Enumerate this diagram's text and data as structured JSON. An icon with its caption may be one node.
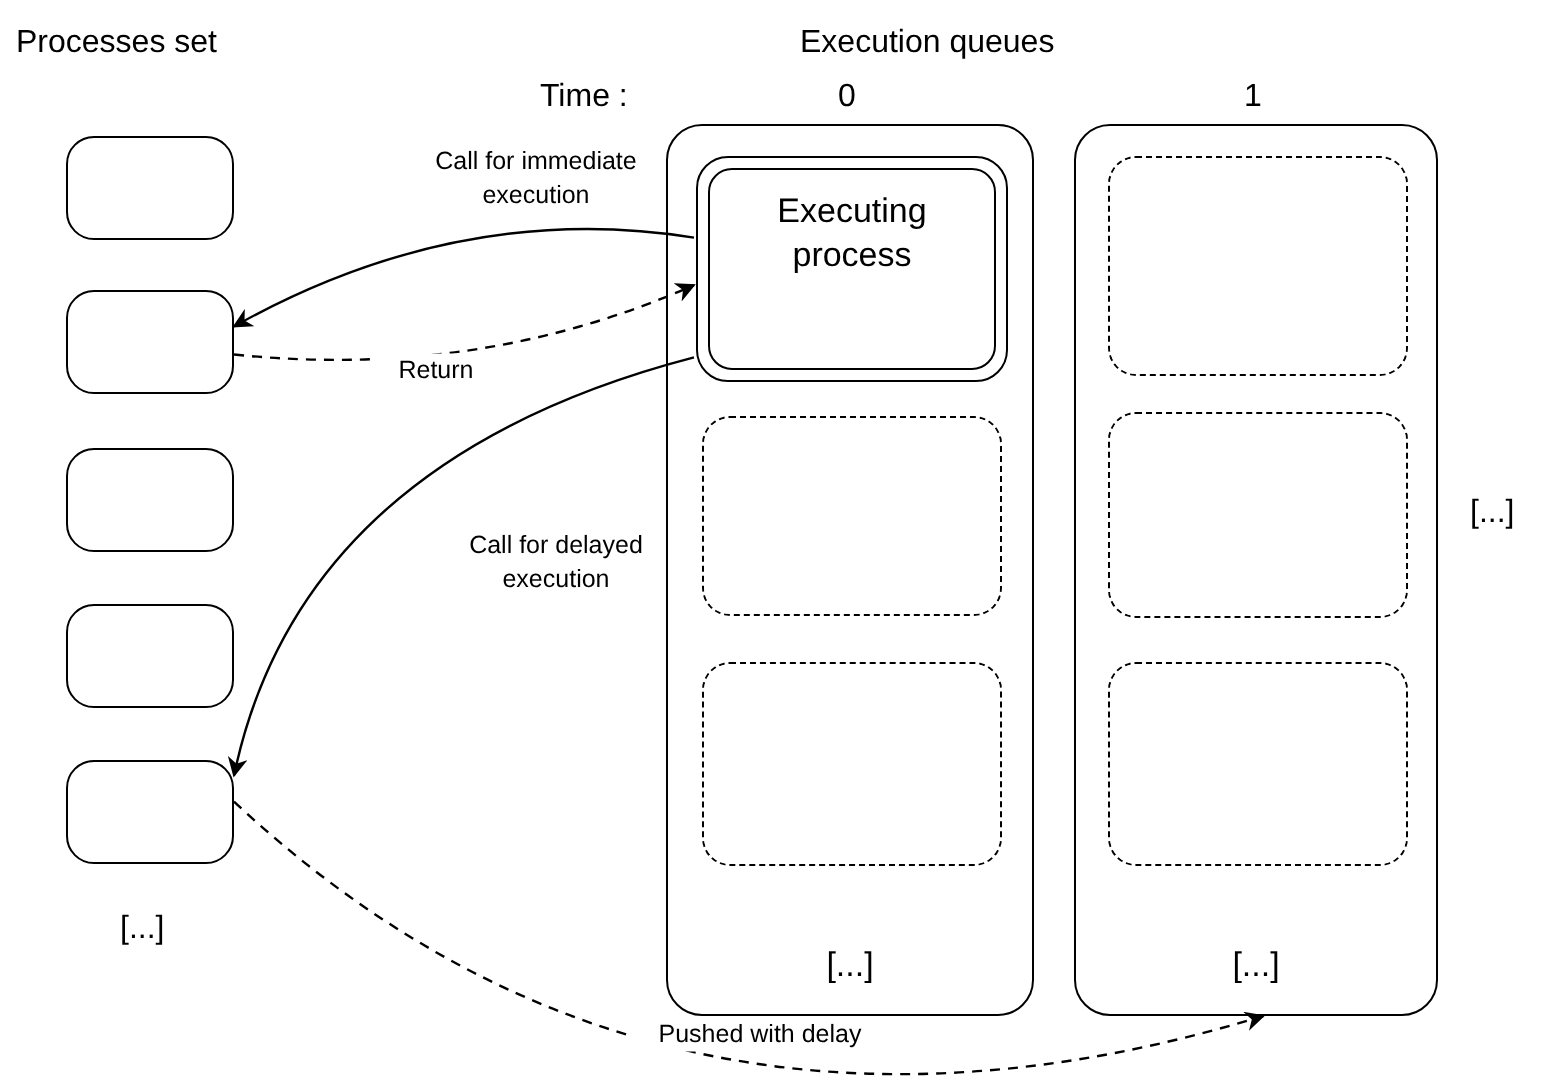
{
  "diagram": {
    "nodes": [
      {
        "text": [],
        "shape": "box"
      },
      {
        "text": [],
        "shape": "box"
      },
      {
        "text": [],
        "shape": "box"
      },
      {
        "text": [],
        "shape": "box"
      },
      {
        "text": [],
        "shape": "box"
      },
      {
        "text": [
          "[...]"
        ]
      },
      {
        "text": [
          "Executing process"
        ],
        "in": 5
      },
      {
        "text": [],
        "shape": "box",
        "in": 5
      },
      {
        "text": [],
        "shape": "box",
        "in": 5
      },
      {
        "text": [
          "[...]"
        ]
      },
      {
        "text": [],
        "shape": "box",
        "in": 9
      },
      {
        "text": [],
        "shape": "box",
        "in": 9
      },
      {
        "text": [],
        "shape": "box",
        "in": 9
      }
    ],
    "edges": [
      {
        "from": 6,
        "to": 1,
        "arrow": "to",
        "label": "Call for immediate execution"
      },
      {
        "from": 1,
        "to": 6,
        "arrow": "to",
        "label": "Return",
        "style": "dashed"
      },
      {
        "from": 6,
        "to": 4,
        "arrow": "to",
        "label": "Call for delayed execution"
      },
      {
        "from": 4,
        "to": 9,
        "arrow": "to",
        "label": "Pushed with delay",
        "style": "dashed"
      }
    ],
    "labels": [
      "Processes set",
      "Execution queues",
      "Time :",
      "0",
      "1",
      "[...]",
      "[...]"
    ]
  }
}
